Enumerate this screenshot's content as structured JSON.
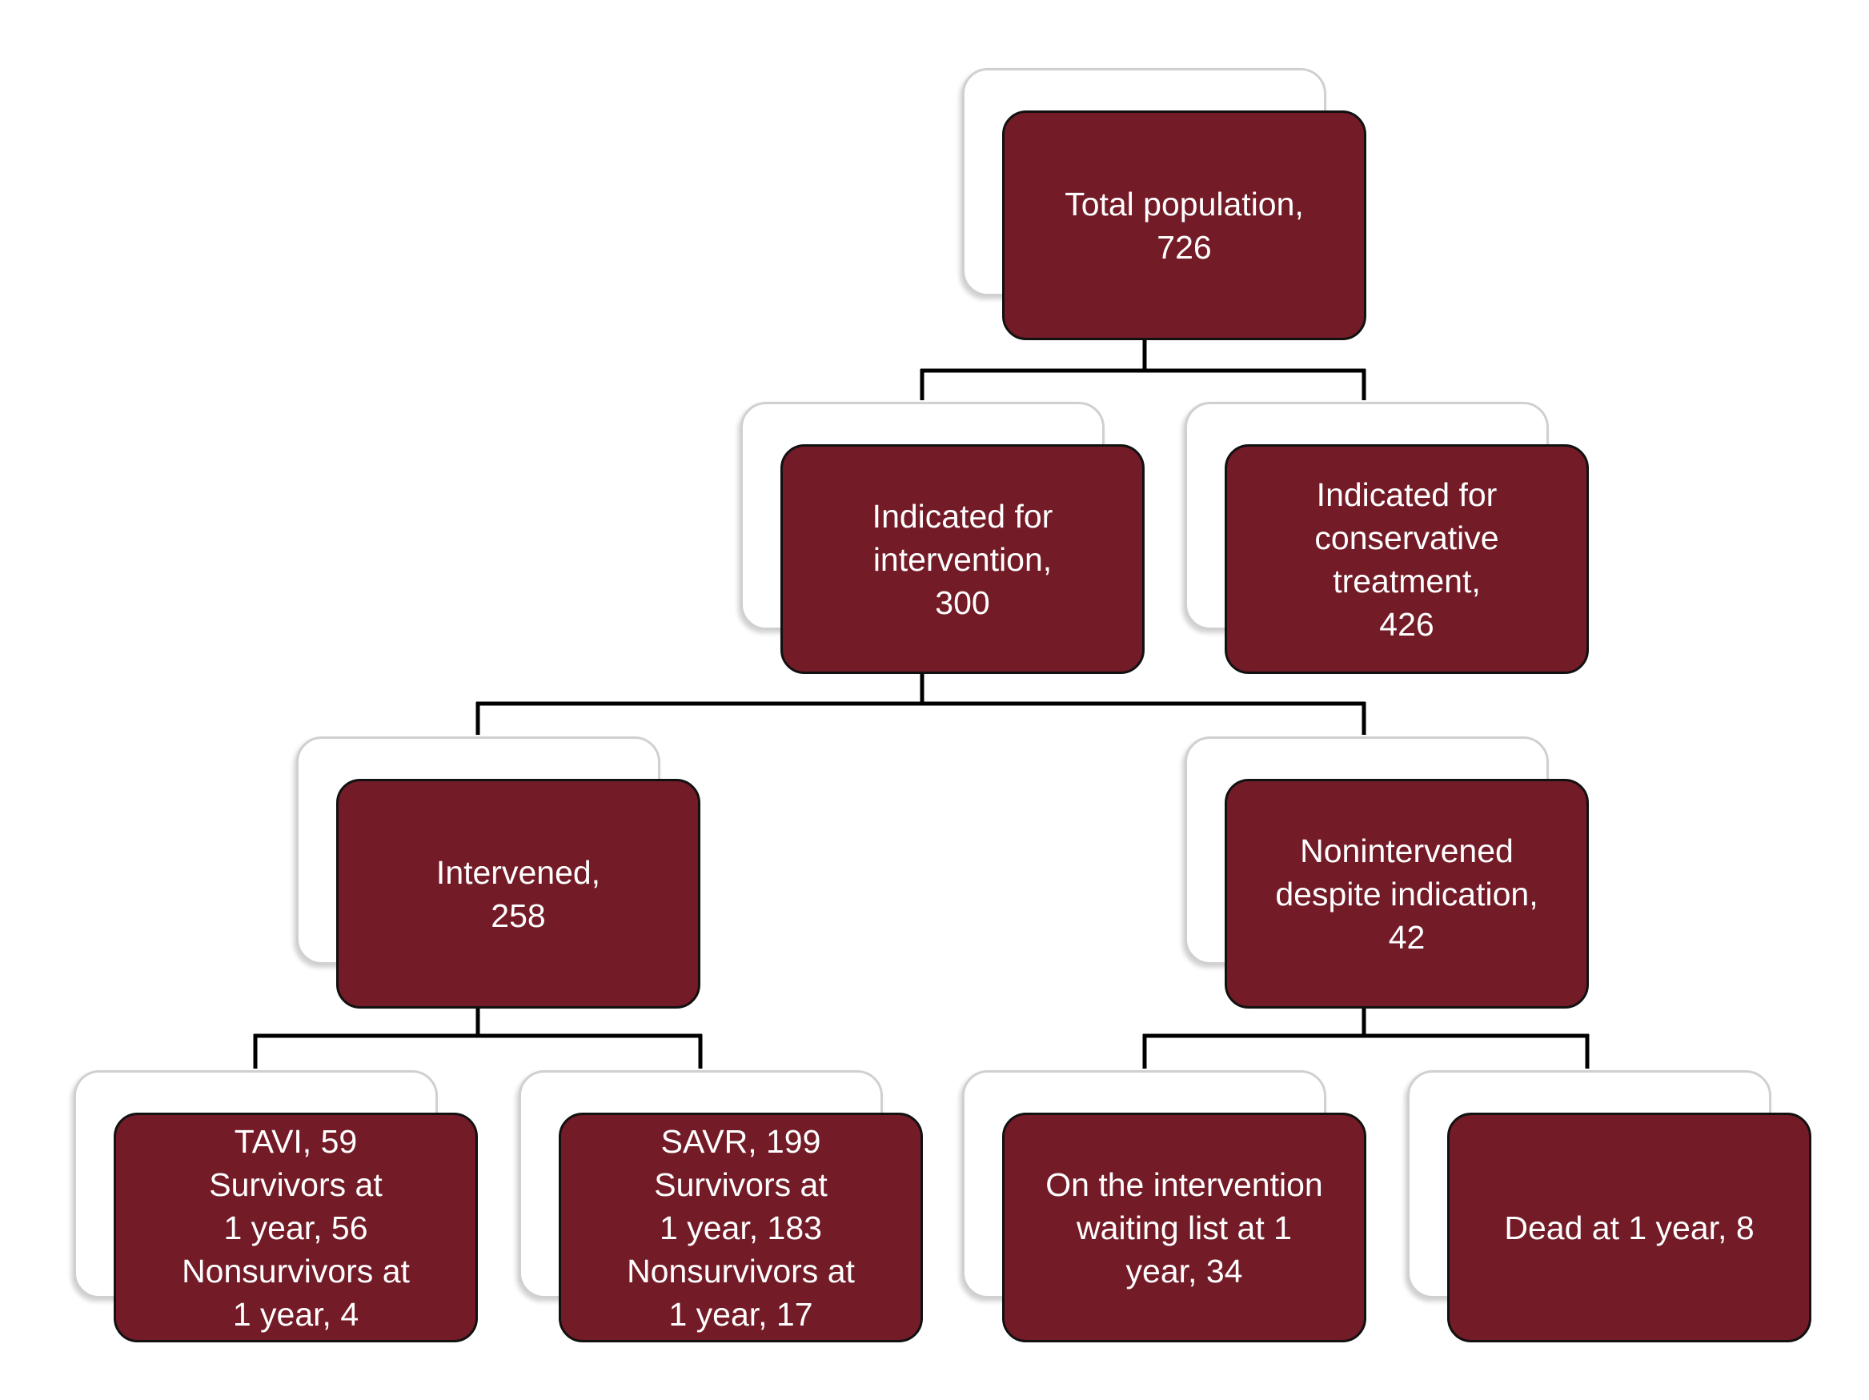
{
  "colors": {
    "box_fill": "#731b27",
    "box_border": "#111111",
    "text": "#ffffff",
    "connector": "#000000",
    "shadow_border": "#d0d0d0"
  },
  "nodes": {
    "total": "Total population,\n726",
    "indicated_intervention": "Indicated for\nintervention,\n300",
    "indicated_conservative": "Indicated for\nconservative\ntreatment,\n426",
    "intervened": "Intervened,\n258",
    "nonintervened": "Nonintervened\ndespite indication,\n42",
    "tavi": "TAVI, 59\nSurvivors at\n1 year, 56\nNonsurvivors at\n1 year, 4",
    "savr": "SAVR, 199\nSurvivors at\n1 year, 183\nNonsurvivors at\n1 year, 17",
    "waiting_list": "On the intervention\nwaiting list at 1\nyear, 34",
    "dead": "Dead at 1 year, 8"
  }
}
